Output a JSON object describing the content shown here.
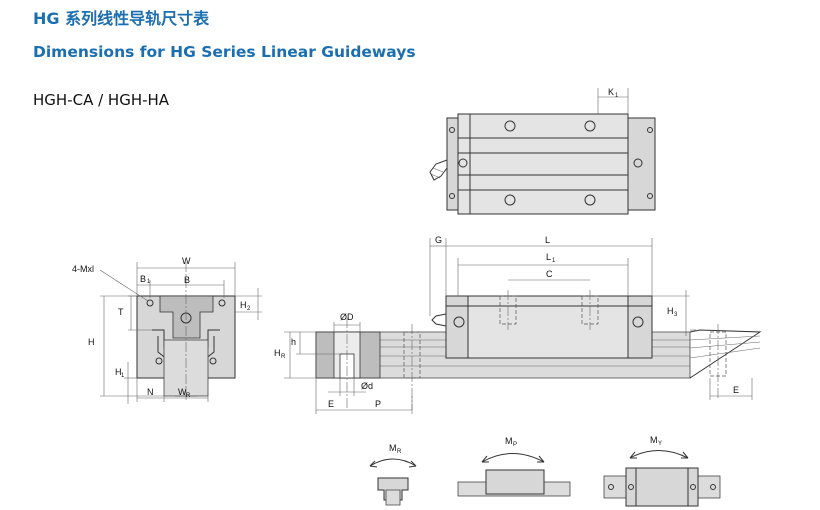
{
  "header": {
    "title_cn": "HG 系列线性导轨尺寸表",
    "title_en": "Dimensions for  HG Series Linear Guideways",
    "model": "HGH-CA / HGH-HA"
  },
  "dimensions": {
    "W": "W",
    "B": "B",
    "B1": "B",
    "B1_sub": "1",
    "four_mxl": "4-Mxl",
    "T": "T",
    "H": "H",
    "H1": "H",
    "H1_sub": "1",
    "H2": "H",
    "H2_sub": "2",
    "H3": "H",
    "H3_sub": "3",
    "HR": "H",
    "HR_sub": "R",
    "N": "N",
    "WR": "W",
    "WR_sub": "R",
    "K1": "K",
    "K1_sub": "1",
    "G": "G",
    "L": "L",
    "L1": "L",
    "L1_sub": "1",
    "C": "C",
    "h": "h",
    "D": "ØD",
    "d": "Ød",
    "E_left": "E",
    "P": "P",
    "E_right": "E"
  },
  "moments": {
    "MR": "M",
    "MR_sub": "R",
    "MP": "M",
    "MP_sub": "P",
    "MY": "M",
    "MY_sub": "Y"
  },
  "colors": {
    "title": "#1b6fb0",
    "body": "#d7d7d7",
    "rail": "#dcdcdc"
  }
}
